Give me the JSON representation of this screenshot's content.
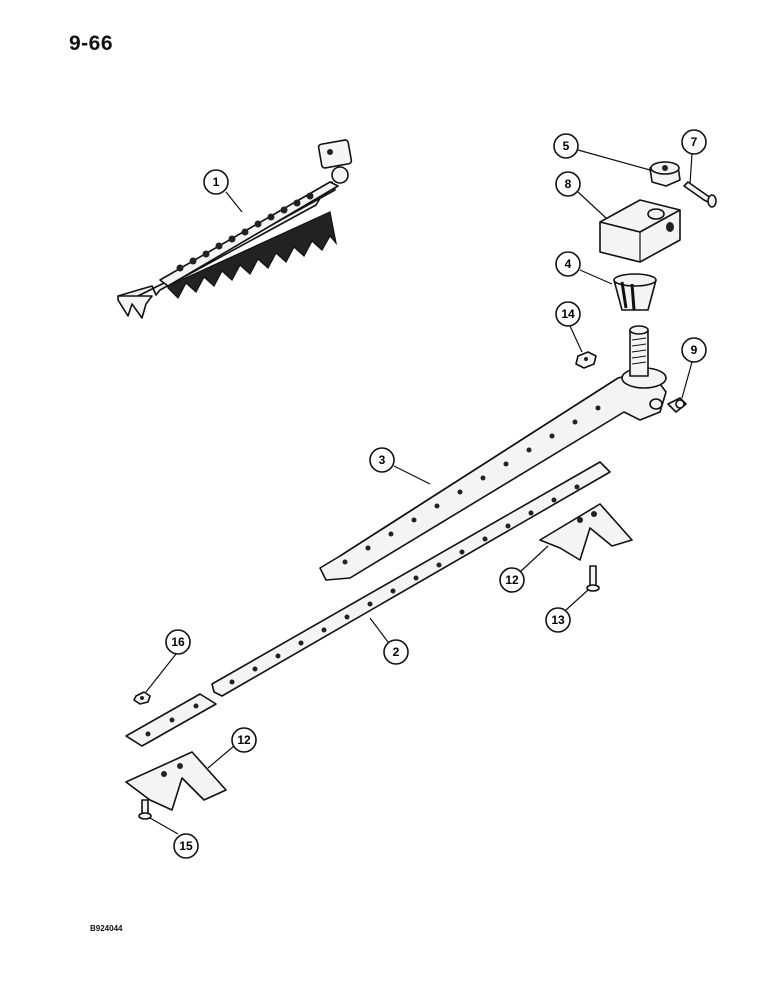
{
  "page": {
    "number": "9-66",
    "figure_code": "B924044"
  },
  "callouts": [
    {
      "id": "1",
      "label": "1"
    },
    {
      "id": "5",
      "label": "5"
    },
    {
      "id": "7",
      "label": "7"
    },
    {
      "id": "8",
      "label": "8"
    },
    {
      "id": "4",
      "label": "4"
    },
    {
      "id": "14",
      "label": "14"
    },
    {
      "id": "9",
      "label": "9"
    },
    {
      "id": "3",
      "label": "3"
    },
    {
      "id": "12a",
      "label": "12"
    },
    {
      "id": "13",
      "label": "13"
    },
    {
      "id": "2",
      "label": "2"
    },
    {
      "id": "16",
      "label": "16"
    },
    {
      "id": "12b",
      "label": "12"
    },
    {
      "id": "15",
      "label": "15"
    }
  ]
}
